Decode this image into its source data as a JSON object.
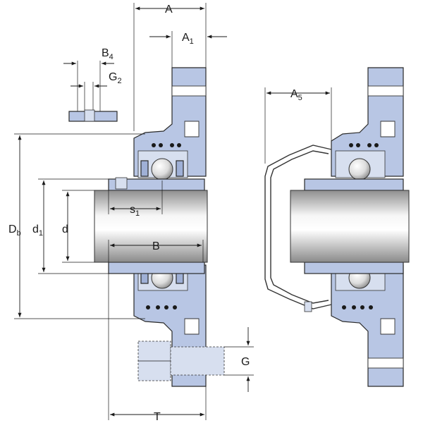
{
  "labels": {
    "A": "A",
    "A1_main": "A",
    "A1_sub": "1",
    "B4_main": "B",
    "B4_sub": "4",
    "G2_main": "G",
    "G2_sub": "2",
    "A5_main": "A",
    "A5_sub": "5",
    "Db_main": "D",
    "Db_sub": "b",
    "d1_main": "d",
    "d1_sub": "1",
    "d": "d",
    "s1_main": "s",
    "s1_sub": "1",
    "B": "B",
    "G": "G",
    "T": "T"
  },
  "colors": {
    "housing": "#b8c6e4",
    "housing_dark": "#9fb0d6",
    "shaft_light": "#f4f4f4",
    "shaft_dark": "#9a9a9a",
    "line": "#1a1a1a"
  }
}
